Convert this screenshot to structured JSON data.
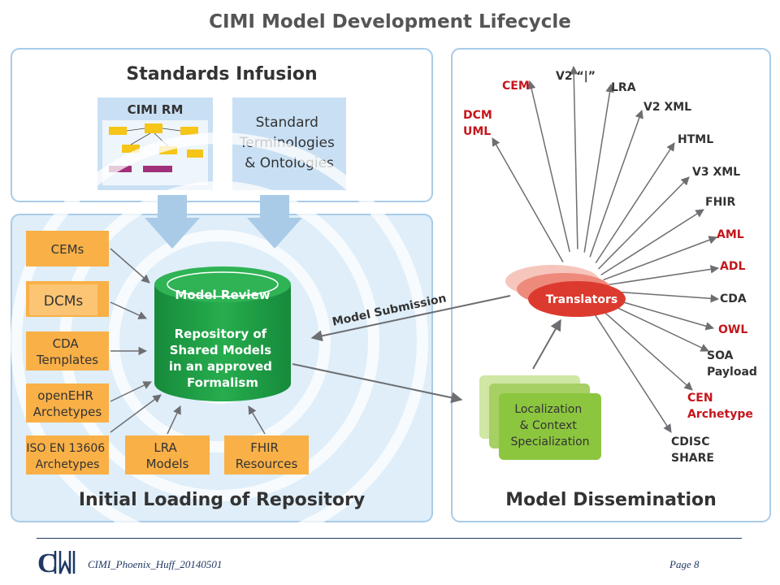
{
  "title": "CIMI Model Development Lifecycle",
  "colors": {
    "panel_border": "#a9cbe8",
    "panel_fill": "#dfeef9",
    "orange": "#f9b047",
    "green": "#22a84a",
    "light_green": "#8cc63f",
    "red_label": "#c4161c",
    "translator_red": "#dd3a2f",
    "arrow_gray": "#6d6e71",
    "footer_navy": "#1f3864"
  },
  "standards_infusion": {
    "heading": "Standards Infusion",
    "cimi_rm": "CIMI RM",
    "terminologies": [
      "Standard",
      "Terminologies",
      "& Ontologies"
    ]
  },
  "initial_loading": {
    "heading": "Initial Loading of Repository",
    "sources": [
      {
        "lines": [
          "CEMs"
        ]
      },
      {
        "lines": [
          "DCMs"
        ]
      },
      {
        "lines": [
          "CDA",
          "Templates"
        ]
      },
      {
        "lines": [
          "openEHR",
          "Archetypes"
        ]
      },
      {
        "lines": [
          "ISO EN 13606",
          "Archetypes"
        ]
      },
      {
        "lines": [
          "LRA",
          "Models"
        ]
      },
      {
        "lines": [
          "FHIR",
          "Resources"
        ]
      }
    ],
    "repository": {
      "review": "Model Review",
      "lines": [
        "Repository of",
        "Shared Models",
        "in an approved",
        "Formalism"
      ]
    }
  },
  "model_submission": "Model Submission",
  "dissemination": {
    "heading": "Model Dissemination",
    "translators": "Translators",
    "localization": [
      "Localization",
      "& Context",
      "Specialization"
    ],
    "outputs": [
      {
        "lines": [
          "DCM",
          "UML"
        ],
        "highlight": true
      },
      {
        "lines": [
          "CEM"
        ],
        "highlight": true
      },
      {
        "lines": [
          "V2 “|”"
        ],
        "highlight": false
      },
      {
        "lines": [
          "LRA"
        ],
        "highlight": false
      },
      {
        "lines": [
          "V2 XML"
        ],
        "highlight": false
      },
      {
        "lines": [
          "HTML"
        ],
        "highlight": false
      },
      {
        "lines": [
          "V3 XML"
        ],
        "highlight": false
      },
      {
        "lines": [
          "FHIR"
        ],
        "highlight": false
      },
      {
        "lines": [
          "AML"
        ],
        "highlight": true
      },
      {
        "lines": [
          "ADL"
        ],
        "highlight": true
      },
      {
        "lines": [
          "CDA"
        ],
        "highlight": false
      },
      {
        "lines": [
          "OWL"
        ],
        "highlight": true
      },
      {
        "lines": [
          "SOA",
          "Payload"
        ],
        "highlight": false
      },
      {
        "lines": [
          "CEN",
          "Archetype"
        ],
        "highlight": true
      },
      {
        "lines": [
          "CDISC",
          "SHARE"
        ],
        "highlight": false
      }
    ]
  },
  "footer": {
    "doc_id": "CIMI_Phoenix_Huff_20140501",
    "page": "Page 8"
  }
}
